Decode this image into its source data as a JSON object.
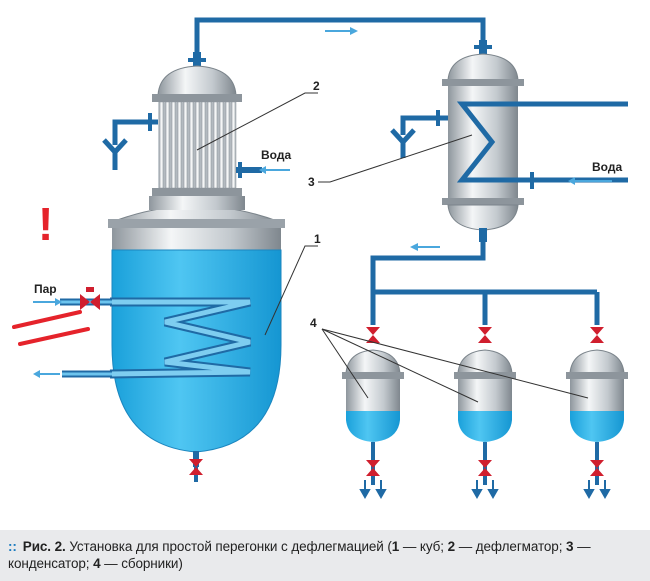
{
  "diagram": {
    "labels": {
      "num_1": "1",
      "num_2": "2",
      "num_3": "3",
      "num_4": "4",
      "water_1": "Вода",
      "water_2": "Вода",
      "steam": "Пар",
      "warning": "!"
    },
    "colors": {
      "pipe": "#1f6aa5",
      "liquid": "#2ab3ea",
      "metal": "#b7bfc6",
      "valve": "#d01f2e",
      "arrow": "#4aa7dd",
      "warning": "#e5232b"
    }
  },
  "caption": {
    "bullet": "::",
    "fig": "Рис. 2.",
    "intro": " Установка для простой перегонки с дефлегмацией (",
    "n1": "1",
    "t1": " — куб; ",
    "n2": "2",
    "t2": " — дефлегматор; ",
    "n3": "3",
    "t3": " — конденсатор; ",
    "n4": "4",
    "t4": " — сборники)"
  }
}
